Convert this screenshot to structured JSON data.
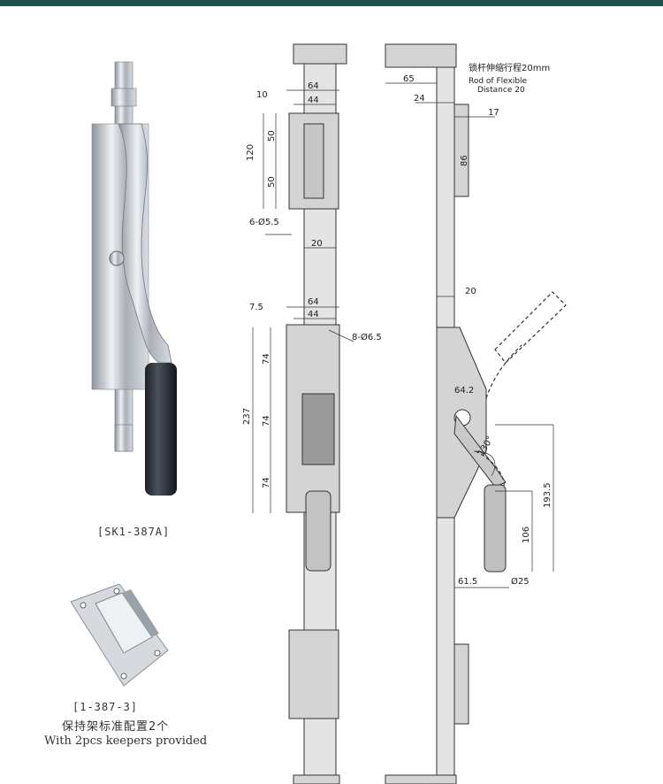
{
  "header": {
    "bar_color": "#1f4f4a"
  },
  "product": {
    "code": "[SK1-387A]"
  },
  "keeper": {
    "code": "[1-387-3]",
    "note_cn": "保持架标准配置2个",
    "note_en": "With 2pcs keepers provided"
  },
  "drawing": {
    "front": {
      "d10": "10",
      "d64": "64",
      "d44": "44",
      "d120": "120",
      "d50a": "50",
      "d50b": "50",
      "holes_top": "6-Ø5.5",
      "d20_rod": "20",
      "d64_b": "64",
      "d44_b": "44",
      "d7_5": "7.5",
      "holes_mid": "8-Ø6.5",
      "d237": "237",
      "d74a": "74",
      "d74b": "74",
      "d74c": "74"
    },
    "side": {
      "d65": "65",
      "note_cn": "锁杆伸缩行程20mm",
      "note_en1": "Rod of Flexible",
      "note_en2": "Distance 20",
      "d24": "24",
      "d17": "17",
      "d86": "86",
      "d20": "20",
      "d64_2": "64.2",
      "angle": "130°",
      "d193_5": "193.5",
      "d106": "106",
      "d61_5": "61.5",
      "d25": "Ø25"
    }
  }
}
